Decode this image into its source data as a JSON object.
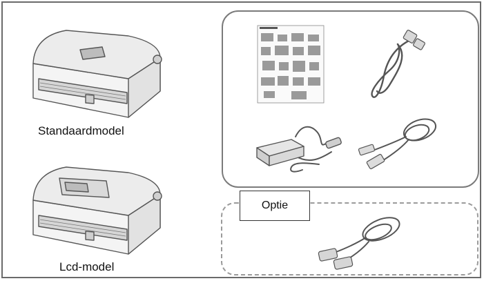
{
  "models": [
    {
      "label": "Standaardmodel",
      "icon": "printer-standard-icon"
    },
    {
      "label": "Lcd-model",
      "icon": "printer-lcd-icon"
    }
  ],
  "included_items": [
    {
      "icon": "quick-guide-manual-icon"
    },
    {
      "icon": "power-cord-icon"
    },
    {
      "icon": "power-adapter-icon"
    },
    {
      "icon": "usb-cable-icon"
    }
  ],
  "option": {
    "label": "Optie",
    "items": [
      {
        "icon": "serial-cable-icon"
      }
    ]
  },
  "colors": {
    "line": "#555555",
    "frame": "#6a6a6a"
  }
}
